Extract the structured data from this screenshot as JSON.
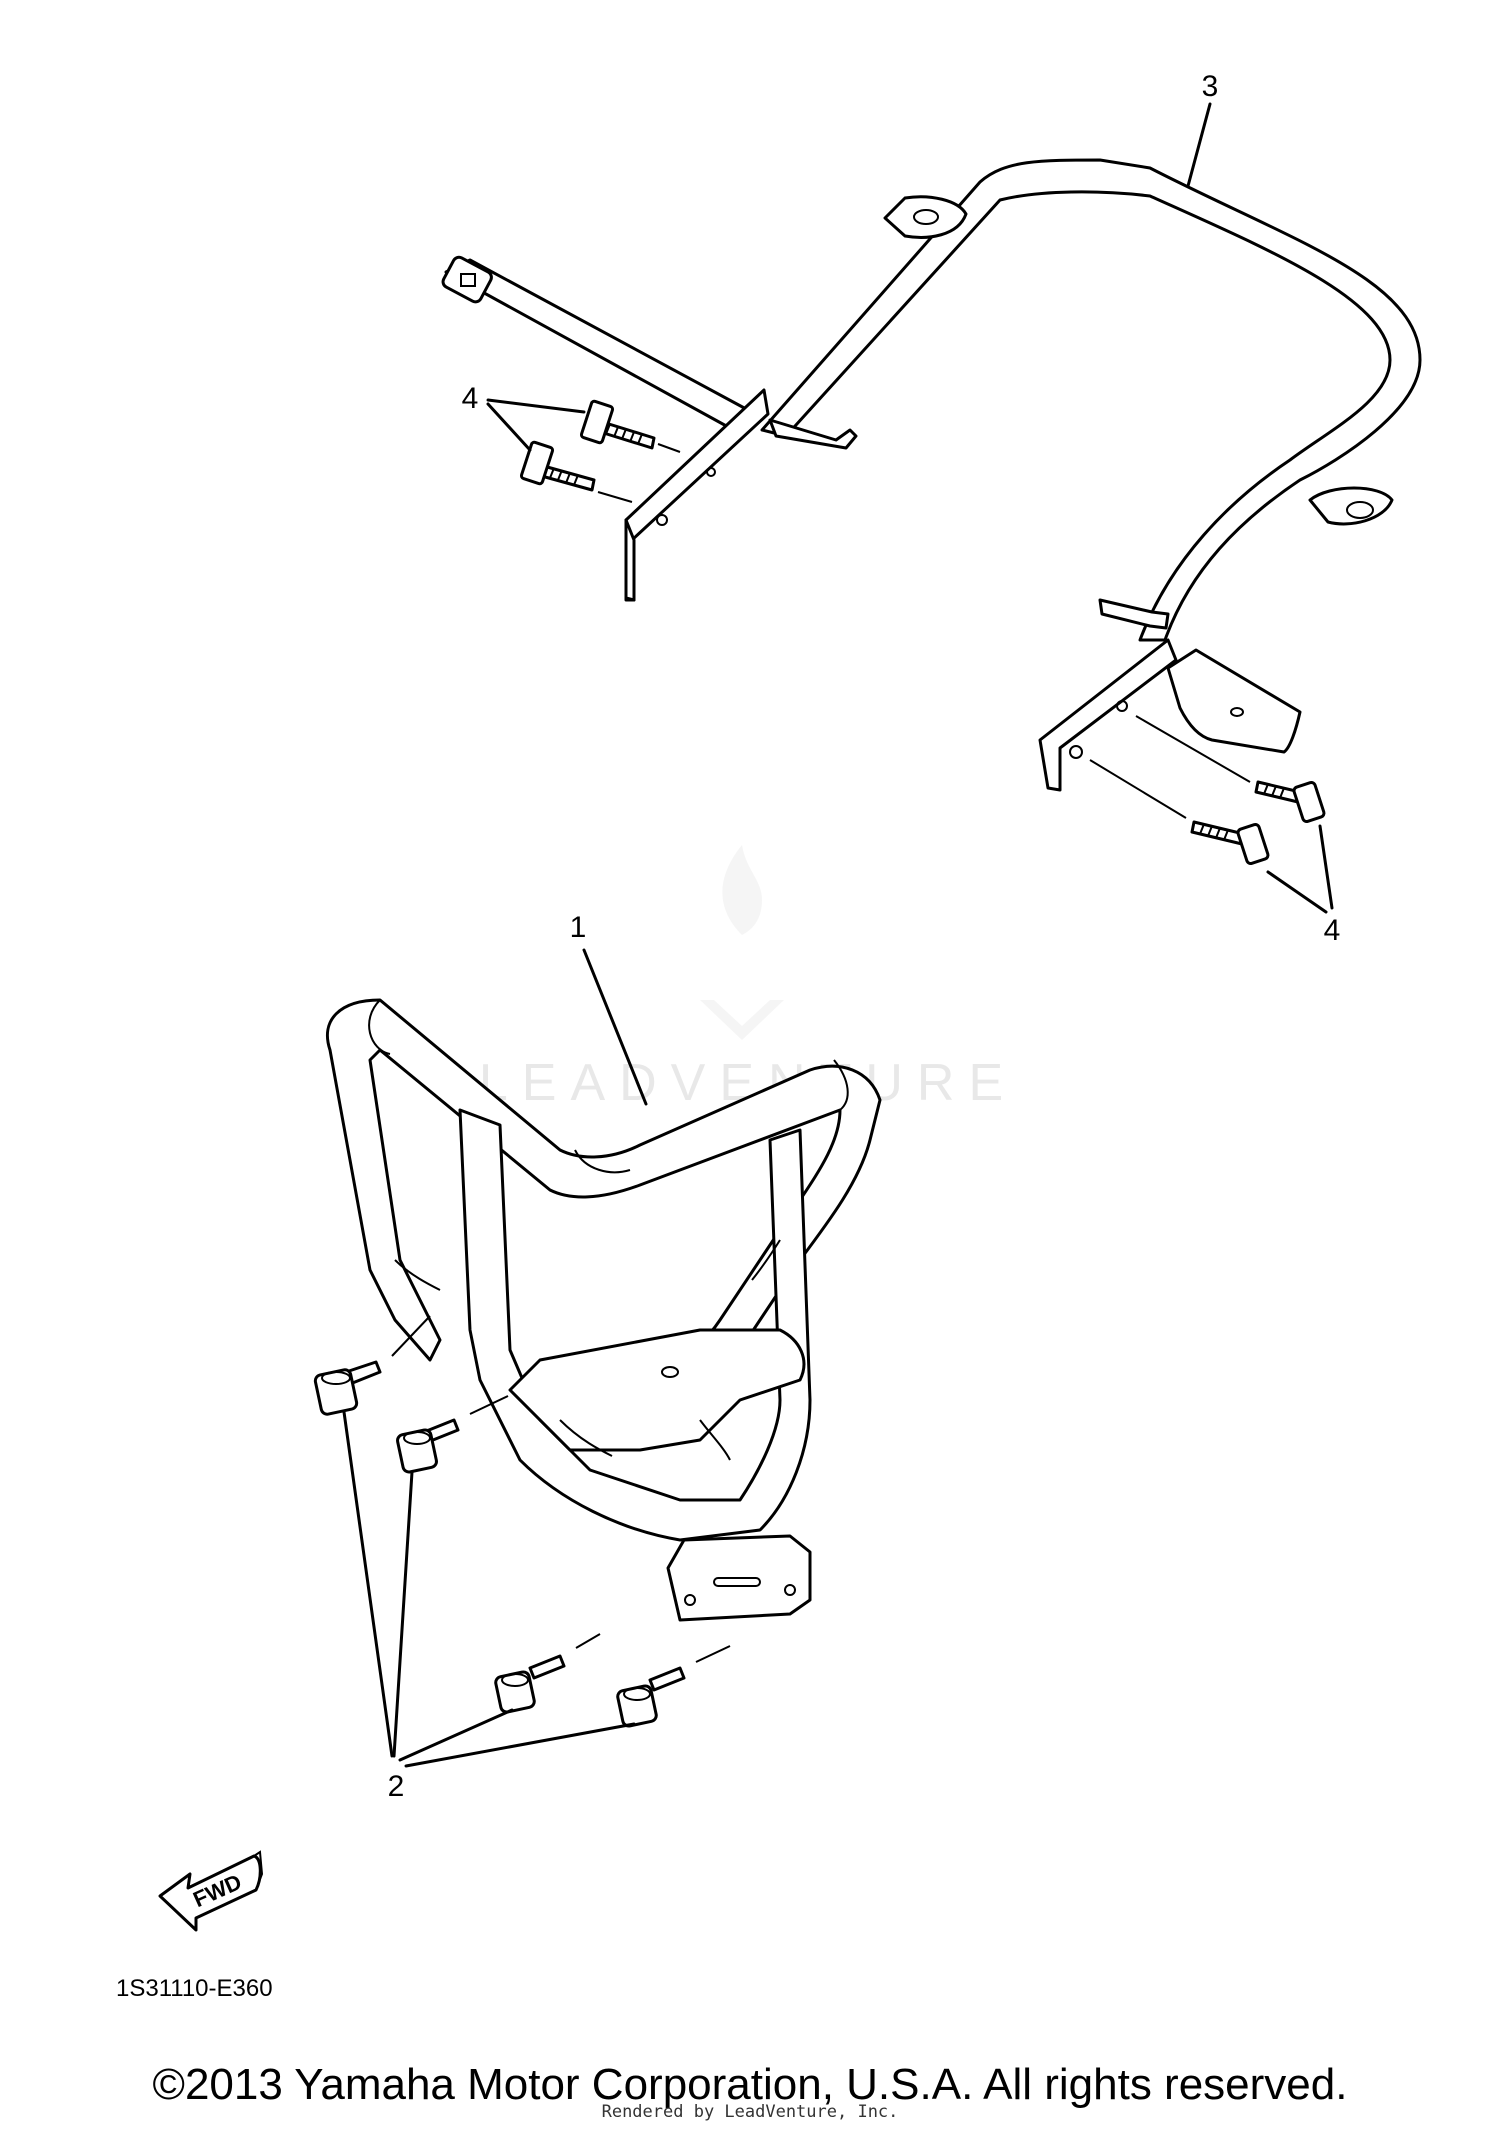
{
  "diagram": {
    "callouts": {
      "guard_front": "1",
      "bolt_front": "2",
      "guard_rear": "3",
      "bolt_rear_left": "4",
      "bolt_rear_right": "4"
    },
    "fwd_label": "FWD",
    "diagram_code": "1S31110-E360"
  },
  "watermark": {
    "text": "LEADVENTURE"
  },
  "footer": {
    "copyright": "©2013 Yamaha Motor Corporation, U.S.A. All rights reserved.",
    "rendered_by": "Rendered by LeadVenture, Inc."
  }
}
